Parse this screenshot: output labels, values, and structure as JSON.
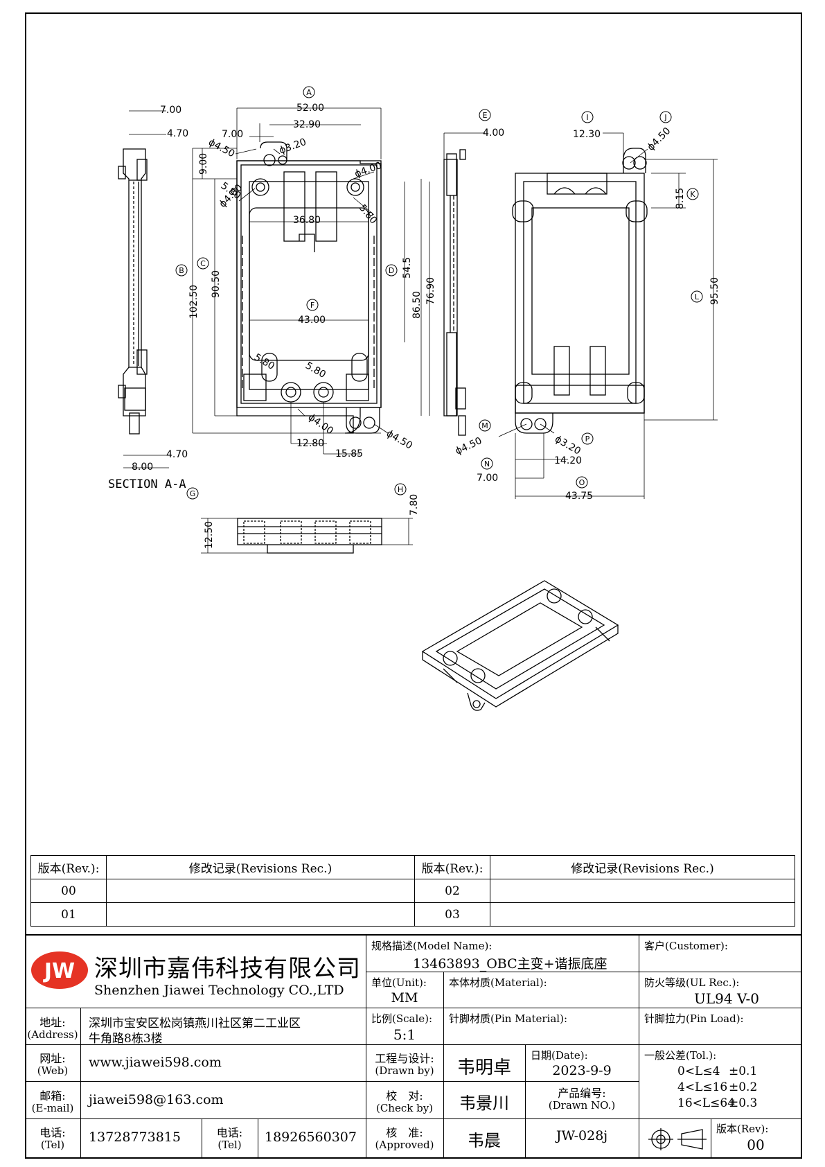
{
  "drawing": {
    "section_label": "SECTION A-A",
    "balloons": [
      "A",
      "B",
      "C",
      "D",
      "E",
      "F",
      "G",
      "H",
      "I",
      "J",
      "K",
      "L",
      "M",
      "N",
      "O",
      "P"
    ],
    "dims": {
      "d7_00a": "7.00",
      "d4_70a": "4.70",
      "d4_70b": "4.70",
      "d8_00": "8.00",
      "d52_00": "52.00",
      "d32_90": "32.90",
      "d7_00b": "7.00",
      "phi4_50a": "ϕ4.50",
      "phi3_20a": "ϕ3.20",
      "d9_00": "9.00",
      "d5_80a": "5.80",
      "phi4_00a": "ϕ4.00",
      "phi4_00b": "ϕ4.00",
      "d36_80": "36.80",
      "d5_80b": "5.80",
      "d102_50": "102.50",
      "d90_50": "90.50",
      "d54_5": "54.5",
      "d86_50": "86.50",
      "d76_90": "76.90",
      "d43_00": "43.00",
      "d5_80c": "5.80",
      "d5_80d": "5.80",
      "phi4_00c": "ϕ4.00",
      "d12_80": "12.80",
      "d15_85": "15.85",
      "phi4_50b": "ϕ4.50",
      "d4_00": "4.00",
      "d12_30": "12.30",
      "phi4_50c": "ϕ4.50",
      "d8_15": "8.15",
      "d95_50": "95.50",
      "phi4_50d": "ϕ4.50",
      "phi3_20b": "ϕ3.20",
      "d14_20": "14.20",
      "d7_00c": "7.00",
      "d43_75": "43.75",
      "d12_50": "12.50",
      "d7_80": "7.80"
    }
  },
  "revisions": {
    "header_rev": "版本(Rev.):",
    "header_rec": "修改记录(Revisions Rec.)",
    "rows": [
      {
        "left_rev": "00",
        "left_rec": "",
        "right_rev": "02",
        "right_rec": ""
      },
      {
        "left_rev": "01",
        "left_rec": "",
        "right_rev": "03",
        "right_rec": ""
      }
    ]
  },
  "company": {
    "logo": "JW",
    "name_cn": "深圳市嘉伟科技有限公司",
    "name_en": "Shenzhen Jiawei Technology CO.,LTD",
    "address_label": "地址:",
    "address_label_en": "(Address)",
    "address_line1": "深圳市宝安区松岗镇燕川社区第二工业区",
    "address_line2": "牛角路8栋3楼",
    "web_label": "网址:",
    "web_label_en": "(Web)",
    "web": "www.jiawei598.com",
    "email_label": "邮箱:",
    "email_label_en": "(E-mail)",
    "email": "jiawei598@163.com",
    "tel_label": "电话:",
    "tel_label_en": "(Tel)",
    "tel1": "13728773815",
    "tel2": "18926560307"
  },
  "title_block": {
    "model_label": "规格描述(Model Name):",
    "model": "13463893_OBC主变+谐振底座",
    "customer_label": "客户(Customer):",
    "customer": "",
    "unit_label": "单位(Unit):",
    "unit": "MM",
    "material_label": "本体材质(Material):",
    "material": "",
    "ul_label": "防火等级(UL Rec.):",
    "ul": "UL94 V-0",
    "scale_label": "比例(Scale):",
    "scale": "5:1",
    "pin_material_label": "针脚材质(Pin Material):",
    "pin_material": "",
    "pin_load_label": "针脚拉力(Pin Load):",
    "pin_load": "",
    "drawn_label": "工程与设计:",
    "drawn_label_en": "(Drawn by)",
    "drawn_by": "韦明卓",
    "date_label": "日期(Date):",
    "date": "2023-9-9",
    "check_label": "校　对:",
    "check_label_en": "(Check by)",
    "check_by": "韦景川",
    "drawing_no_label": "产品编号:",
    "drawing_no_label_en": "(Drawn NO.)",
    "drawing_no": "JW-028j",
    "approved_label": "核　准:",
    "approved_label_en": "(Approved)",
    "approved_by": "韦晨",
    "tol_label": "一般公差(Tol.):",
    "tol": [
      {
        "range": "0<L≤4",
        "value": "±0.1"
      },
      {
        "range": "4<L≤16",
        "value": "±0.2"
      },
      {
        "range": "16<L≤64",
        "value": "±0.3"
      }
    ],
    "rev_label": "版本(Rev):",
    "rev": "00"
  }
}
